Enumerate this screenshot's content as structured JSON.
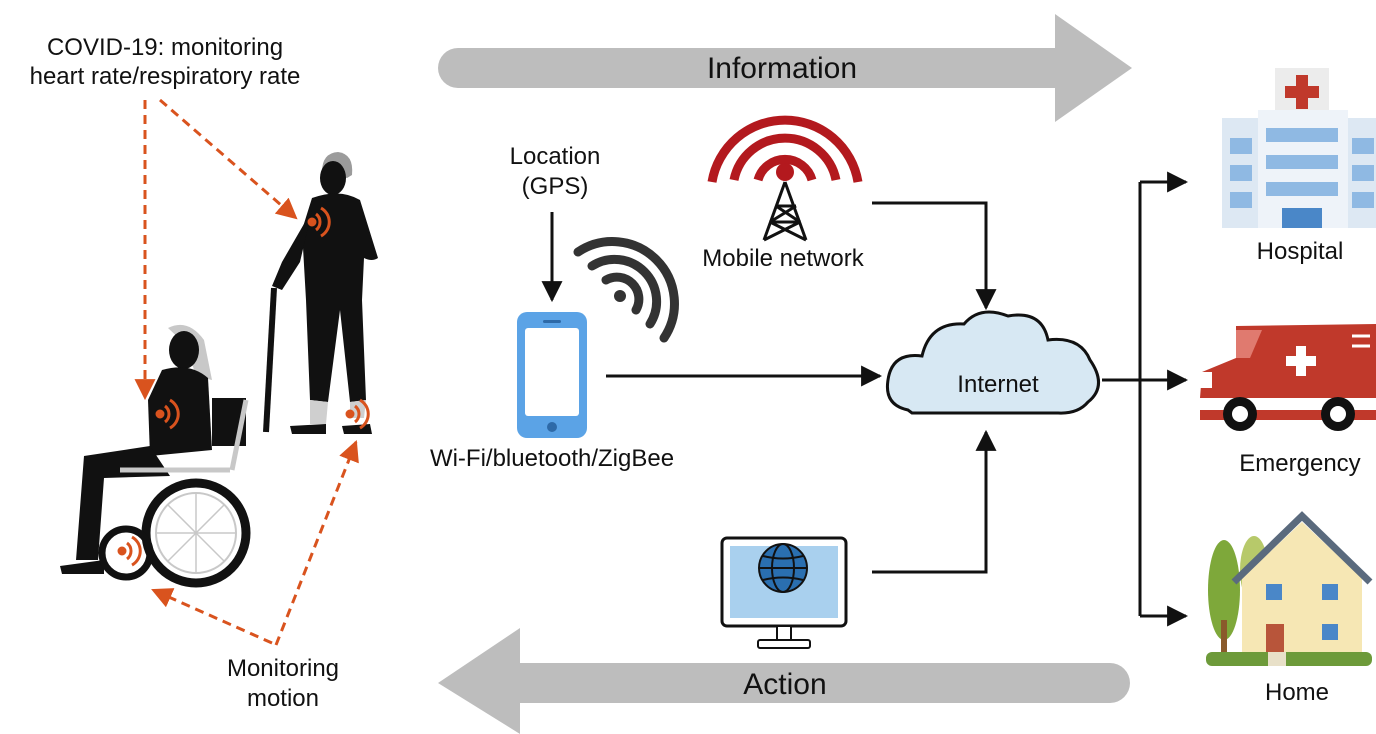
{
  "banners": {
    "information": "Information",
    "action": "Action"
  },
  "sensors": {
    "covid_label_line1": "COVID-19: monitoring",
    "covid_label_line2": "heart rate/respiratory rate",
    "motion_label_line1": "Monitoring",
    "motion_label_line2": "motion"
  },
  "nodes": {
    "location_line1": "Location",
    "location_line2": "(GPS)",
    "mobile_network": "Mobile network",
    "phone_connectivity": "Wi-Fi/bluetooth/ZigBee",
    "internet": "Internet",
    "hospital": "Hospital",
    "emergency": "Emergency",
    "home": "Home"
  },
  "colors": {
    "banner_gray": "#bdbdbd",
    "sensor_orange": "#d9531e",
    "tower_red": "#b3191e",
    "phone_blue": "#5ba3e6",
    "cloud_blue": "#d7e8f3",
    "hospital_blue": "#8fb9e3",
    "ambulance_red": "#c0392b",
    "house_cream": "#f6e7b4"
  },
  "icons": [
    "person-with-cane-icon",
    "wheelchair-user-icon",
    "signal-waves-icon",
    "radio-tower-icon",
    "smartphone-icon",
    "cloud-icon",
    "globe-monitor-icon",
    "hospital-icon",
    "ambulance-icon",
    "house-icon"
  ]
}
